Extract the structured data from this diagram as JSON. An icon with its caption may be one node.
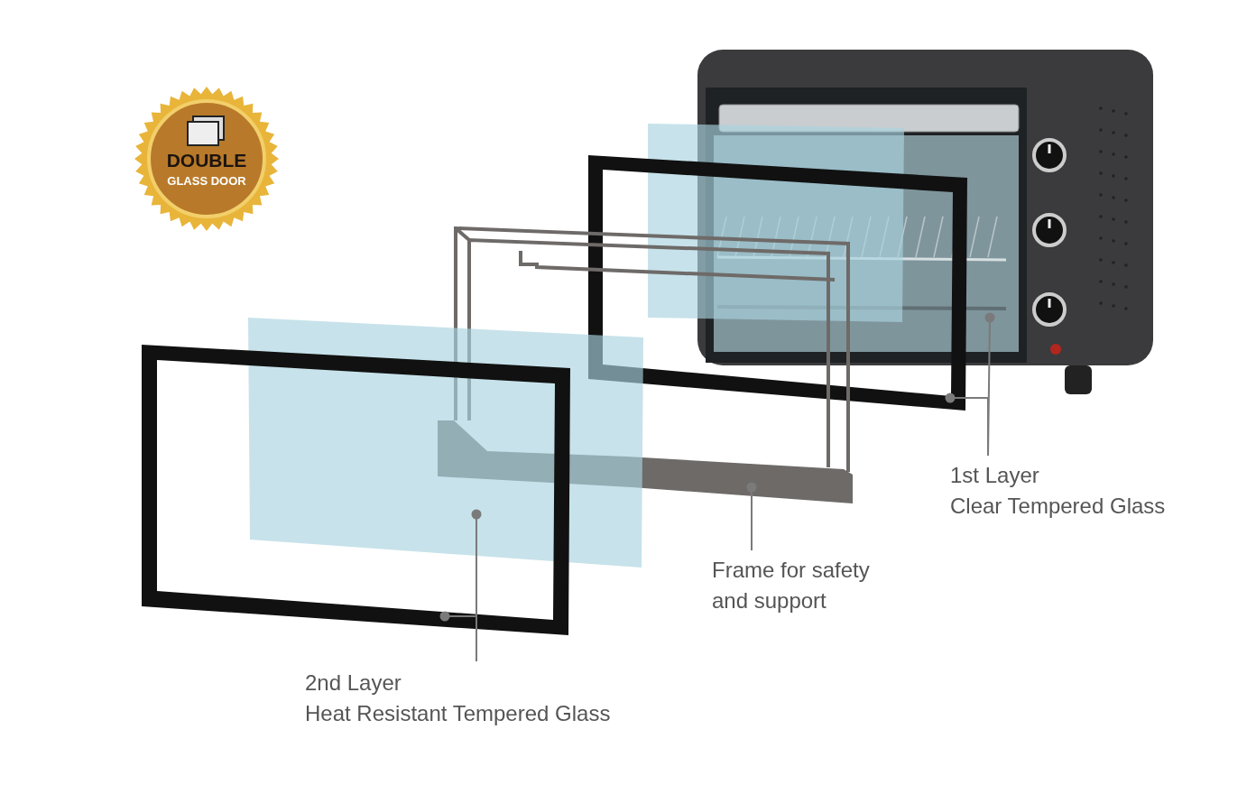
{
  "diagram": {
    "nodes": [
      {
        "text": [
          "DOUBLE",
          "GLASS DOOR"
        ]
      },
      {
        "text": [],
        "shape": "picture"
      },
      {
        "text": [],
        "shape": "box"
      },
      {
        "text": [],
        "shape": "box"
      },
      {
        "text": [],
        "shape": "bar"
      },
      {
        "text": [],
        "shape": "box"
      },
      {
        "text": [],
        "shape": "box"
      },
      {
        "text": [
          "1st Layer",
          "Clear Tempered Glass"
        ]
      },
      {
        "text": [
          "Frame for safety and support"
        ]
      },
      {
        "text": [
          "2nd Layer",
          "Heat Resistant Tempered Glass"
        ]
      }
    ],
    "edges": [
      {
        "from": 7,
        "to": 1,
        "arrow": "other"
      },
      {
        "from": 7,
        "to": 3,
        "arrow": "other"
      },
      {
        "from": 8,
        "to": 4,
        "arrow": "other"
      },
      {
        "from": 9,
        "to": 5,
        "arrow": "other"
      },
      {
        "from": 9,
        "to": 6,
        "arrow": "other"
      }
    ]
  }
}
